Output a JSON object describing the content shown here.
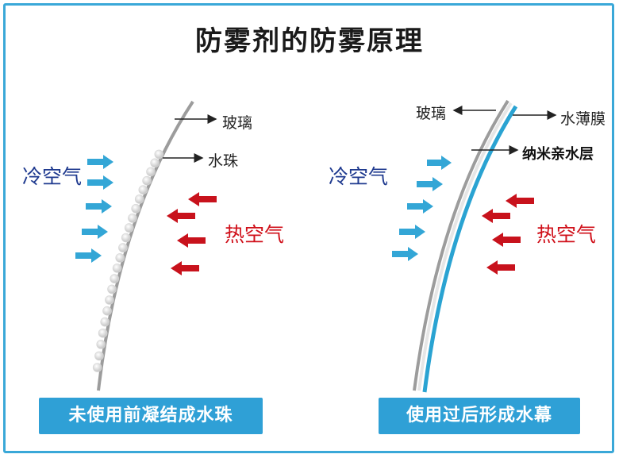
{
  "title": "防雾剂的防雾原理",
  "left": {
    "glass": "玻璃",
    "droplet": "水珠",
    "cold_air": "冷空气",
    "hot_air": "热空气",
    "caption": "未使用前凝结成水珠"
  },
  "right": {
    "glass": "玻璃",
    "water_film": "水薄膜",
    "nano_layer": "纳米亲水层",
    "cold_air": "冷空气",
    "hot_air": "热空气",
    "caption": "使用过后形成水幕"
  },
  "colors": {
    "frame": "#3aa8d8",
    "caption_bg": "#2fa0d6",
    "cold_arrow": "#33a6d6",
    "hot_arrow": "#c8121c",
    "glass": "#9c9c9c",
    "water_film": "#2aa3d2"
  }
}
